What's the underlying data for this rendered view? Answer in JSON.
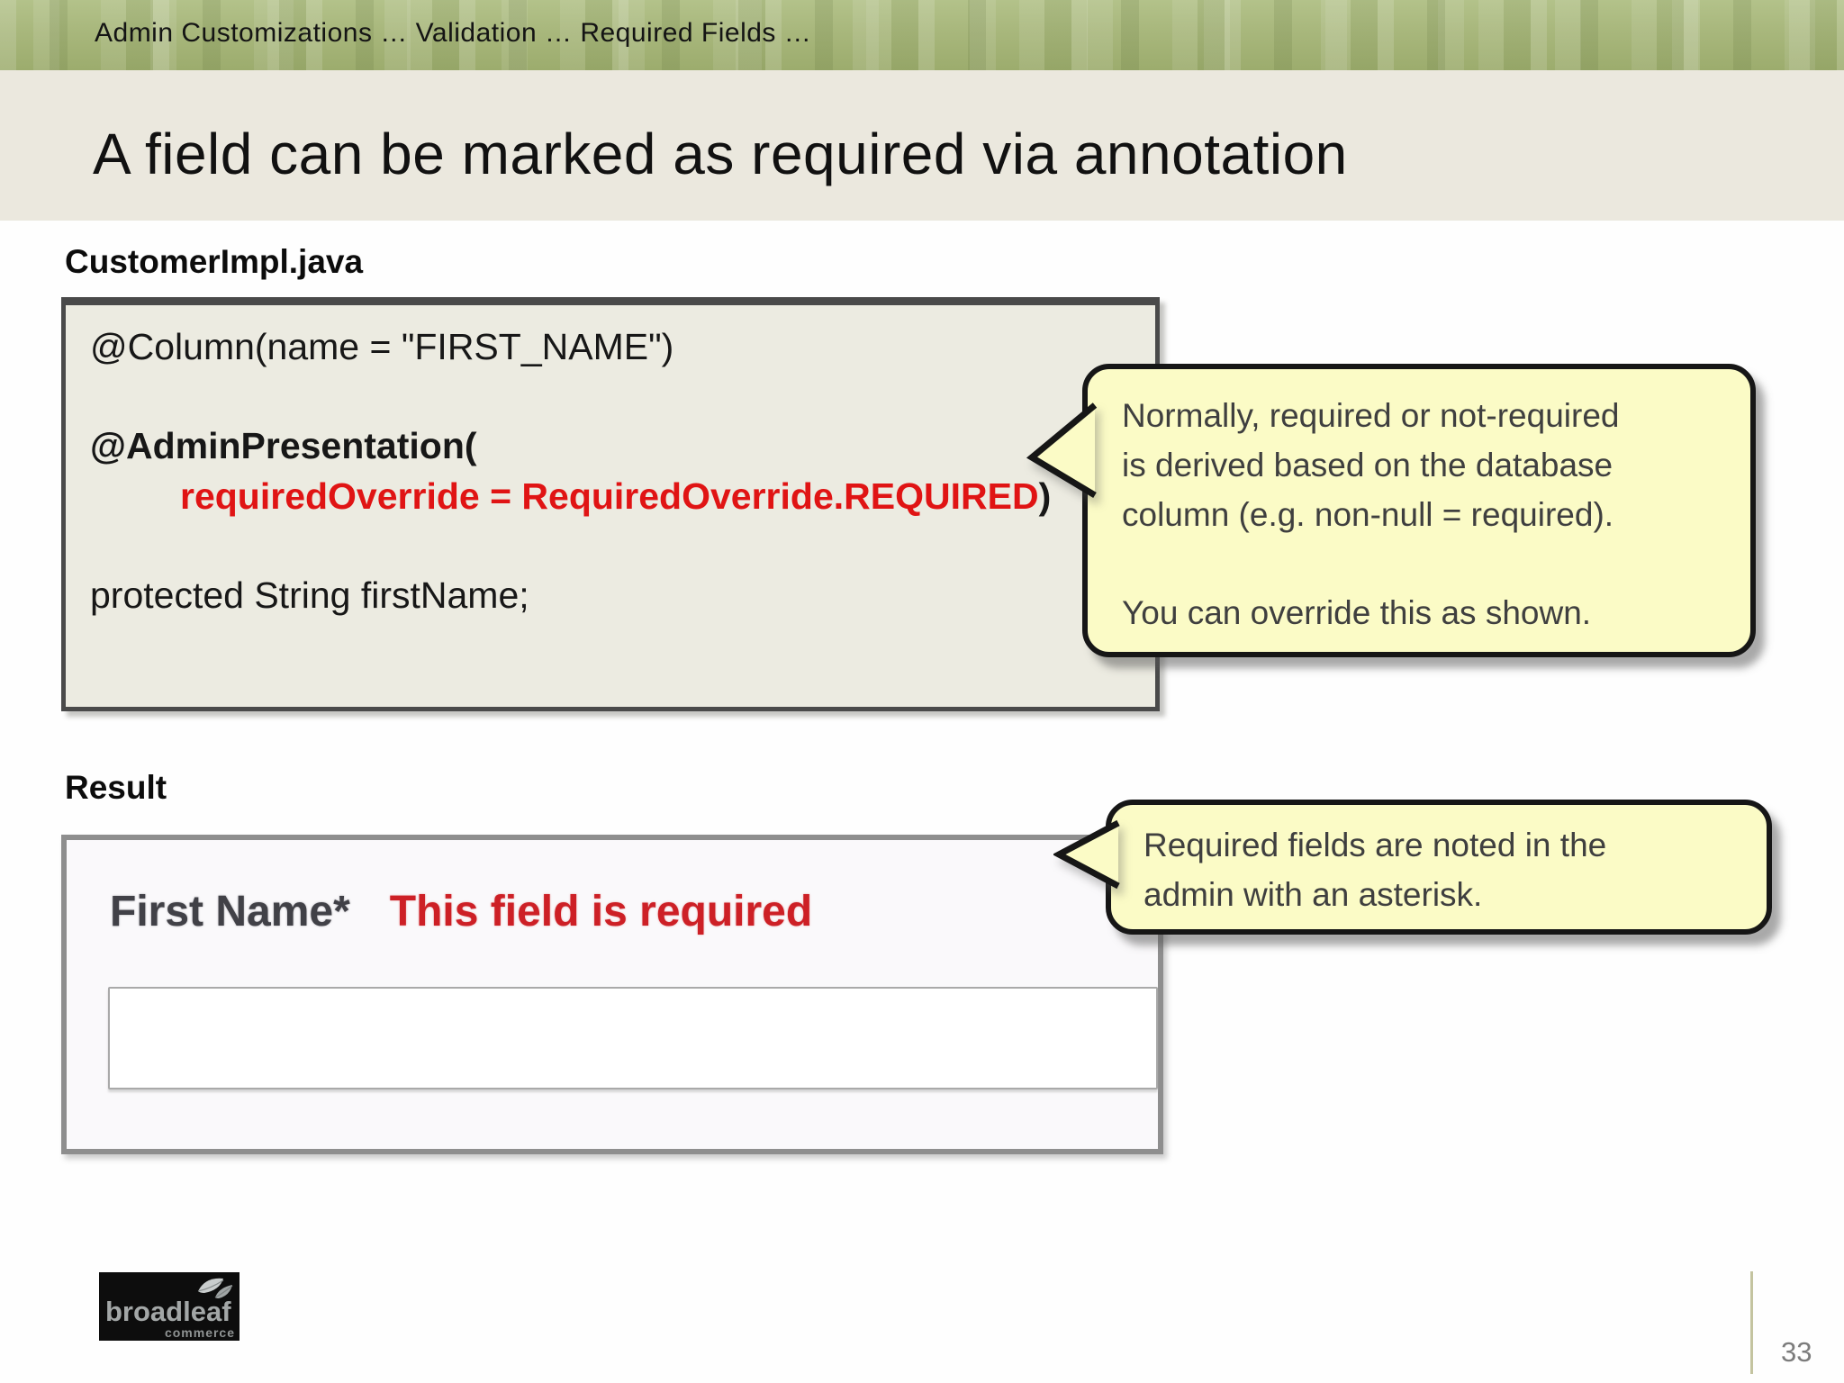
{
  "header": {
    "breadcrumb": "Admin Customizations … Validation … Required Fields …"
  },
  "title": "A field can be marked as required via annotation",
  "code_section": {
    "heading": "CustomerImpl.java",
    "line1": "@Column(name = \"FIRST_NAME\")",
    "line2": "@AdminPresentation(",
    "line3_highlight": "requiredOverride = RequiredOverride.REQUIRED",
    "line3_suffix": ")",
    "line4": "protected String firstName;"
  },
  "code_callout": {
    "line1": "Normally, required or not-required",
    "line2": "is derived based on the database",
    "line3": "column (e.g. non-null = required).",
    "line4": "You can override this as shown."
  },
  "result_section": {
    "heading": "Result",
    "field_label": "First Name*",
    "validation_message": "This field is required",
    "input_value": ""
  },
  "result_callout": {
    "line1": "Required fields are noted in the",
    "line2": "admin with an asterisk."
  },
  "footer": {
    "logo_brand": "broadleaf",
    "logo_sub": "commerce",
    "page_number": "33"
  },
  "colors": {
    "header_green": "#a8b77c",
    "title_band_beige": "#ebe8de",
    "code_box_bg": "#ecebe1",
    "callout_yellow": "#fbfbc6",
    "code_highlight_red": "#e01414",
    "validation_red": "#cd2026",
    "box_border_dark": "#4a4a4a",
    "result_border_gray": "#8e8e8e"
  }
}
